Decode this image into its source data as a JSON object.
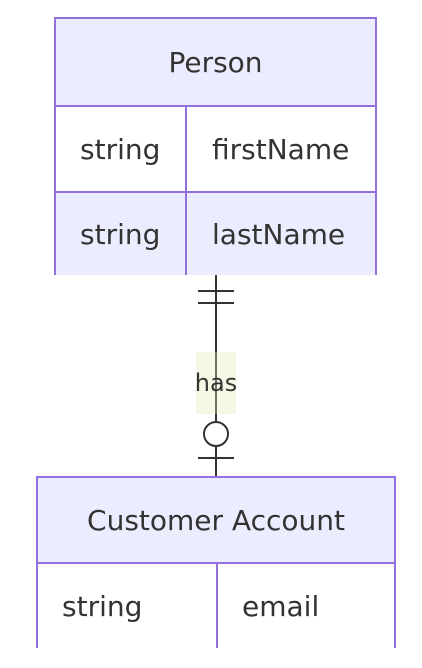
{
  "entities": {
    "person": {
      "name": "Person",
      "attributes": [
        {
          "type": "string",
          "name": "firstName"
        },
        {
          "type": "string",
          "name": "lastName"
        }
      ]
    },
    "customer_account": {
      "name": "Customer Account",
      "attributes": [
        {
          "type": "string",
          "name": "email"
        }
      ]
    }
  },
  "relationship": {
    "label": "has",
    "from_cardinality": "exactly-one",
    "to_cardinality": "zero-or-one"
  },
  "colors": {
    "border": "#9370db",
    "header_fill": "#ececff",
    "line": "#333333"
  }
}
